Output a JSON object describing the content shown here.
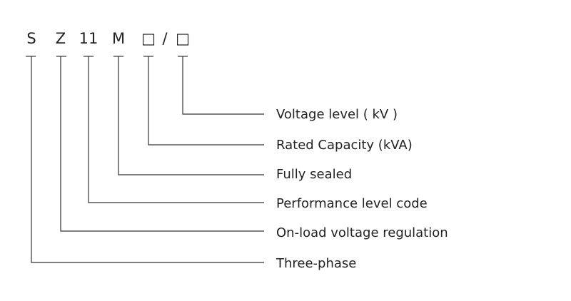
{
  "code_parts": [
    {
      "text": "S"
    },
    {
      "text": "Z"
    },
    {
      "text": "11"
    },
    {
      "text": "M"
    },
    {
      "text": "□"
    },
    {
      "text": "/"
    },
    {
      "text": "□"
    }
  ],
  "descriptions": [
    {
      "label": "Voltage level ( kV )"
    },
    {
      "label": "Rated Capacity (kVA)"
    },
    {
      "label": "Fully sealed"
    },
    {
      "label": "Performance level code"
    },
    {
      "label": "On-load voltage regulation"
    },
    {
      "label": "Three-phase"
    }
  ]
}
